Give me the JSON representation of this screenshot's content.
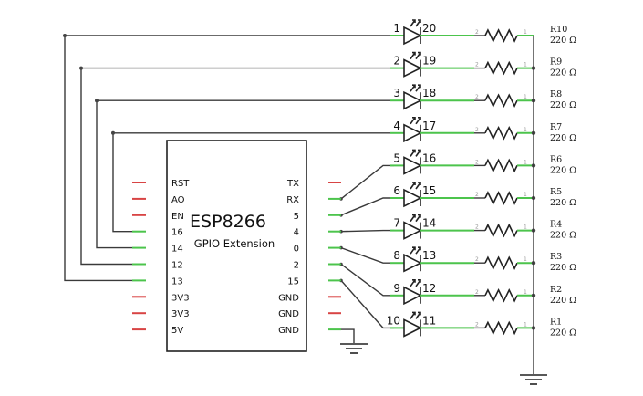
{
  "chip": {
    "title": "ESP8266",
    "subtitle": "GPIO Extension",
    "left_pins": [
      "RST",
      "AO",
      "EN",
      "16",
      "14",
      "12",
      "13",
      "3V3",
      "3V3",
      "5V"
    ],
    "right_pins": [
      "TX",
      "RX",
      "5",
      "4",
      "0",
      "2",
      "15",
      "GND",
      "GND",
      "GND"
    ]
  },
  "leds": [
    {
      "anode": "1",
      "cathode": "20"
    },
    {
      "anode": "2",
      "cathode": "19"
    },
    {
      "anode": "3",
      "cathode": "18"
    },
    {
      "anode": "4",
      "cathode": "17"
    },
    {
      "anode": "5",
      "cathode": "16"
    },
    {
      "anode": "6",
      "cathode": "15"
    },
    {
      "anode": "7",
      "cathode": "14"
    },
    {
      "anode": "8",
      "cathode": "13"
    },
    {
      "anode": "9",
      "cathode": "12"
    },
    {
      "anode": "10",
      "cathode": "11"
    }
  ],
  "resistors": [
    {
      "name": "R10",
      "value": "220 Ω"
    },
    {
      "name": "R9",
      "value": "220 Ω"
    },
    {
      "name": "R8",
      "value": "220 Ω"
    },
    {
      "name": "R7",
      "value": "220 Ω"
    },
    {
      "name": "R6",
      "value": "220 Ω"
    },
    {
      "name": "R5",
      "value": "220 Ω"
    },
    {
      "name": "R4",
      "value": "220 Ω"
    },
    {
      "name": "R3",
      "value": "220 Ω"
    },
    {
      "name": "R2",
      "value": "220 Ω"
    },
    {
      "name": "R1",
      "value": "220 Ω"
    }
  ],
  "resistor_pin_marks": [
    "2",
    "1"
  ]
}
